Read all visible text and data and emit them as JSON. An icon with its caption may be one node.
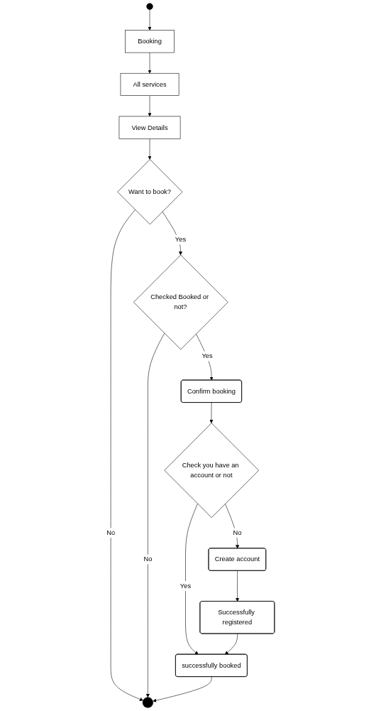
{
  "diagram": {
    "nodes": [
      {
        "text": [],
        "shape": "circle"
      },
      {
        "text": [
          "Booking"
        ]
      },
      {
        "text": [
          "All services"
        ]
      },
      {
        "text": [
          "View Details"
        ]
      },
      {
        "text": [
          "Want to book?"
        ]
      },
      {
        "text": [
          "Checked Booked or not?"
        ]
      },
      {
        "text": [
          "Confirm booking"
        ]
      },
      {
        "text": [
          "Check you have an account or not"
        ]
      },
      {
        "text": [
          "Create account"
        ]
      },
      {
        "text": [
          "Successfully registered"
        ]
      },
      {
        "text": [
          "successfully booked"
        ]
      },
      {
        "text": [],
        "shape": "circle"
      }
    ],
    "edges": [
      {
        "from": 0,
        "to": 1,
        "arrow": "to"
      },
      {
        "from": 1,
        "to": 2,
        "arrow": "to"
      },
      {
        "from": 2,
        "to": 3,
        "arrow": "to"
      },
      {
        "from": 3,
        "to": 4,
        "arrow": "to"
      },
      {
        "from": 4,
        "to": 11,
        "label": "No",
        "arrow": "to"
      },
      {
        "from": 4,
        "to": 5,
        "label": "Yes",
        "arrow": "to"
      },
      {
        "from": 5,
        "to": 11,
        "label": "No",
        "arrow": "to"
      },
      {
        "from": 5,
        "to": 6,
        "label": "Yes",
        "arrow": "to"
      },
      {
        "from": 6,
        "to": 7,
        "arrow": "to"
      },
      {
        "from": 7,
        "to": 8,
        "label": "No",
        "arrow": "to"
      },
      {
        "from": 7,
        "to": 10,
        "label": "Yes",
        "arrow": "to"
      },
      {
        "from": 8,
        "to": 9,
        "arrow": "to"
      },
      {
        "from": 9,
        "to": 10,
        "arrow": "to"
      },
      {
        "from": 10,
        "to": 11,
        "arrow": "to"
      }
    ]
  }
}
